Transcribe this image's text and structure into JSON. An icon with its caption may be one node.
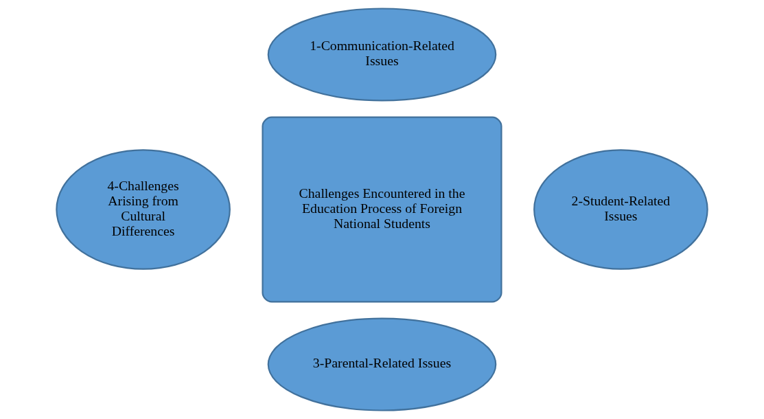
{
  "diagram": {
    "nodes": [
      {
        "text": [
          "1-Communication-Related Issues"
        ]
      },
      {
        "text": [
          "4-Challenges Arising from Cultural Differences"
        ]
      },
      {
        "text": [
          "Challenges Encountered in the Education Process of Foreign National Students"
        ]
      },
      {
        "text": [
          "2-Student-Related Issues"
        ]
      },
      {
        "text": [
          "3-Parental-Related Issues"
        ]
      }
    ]
  }
}
